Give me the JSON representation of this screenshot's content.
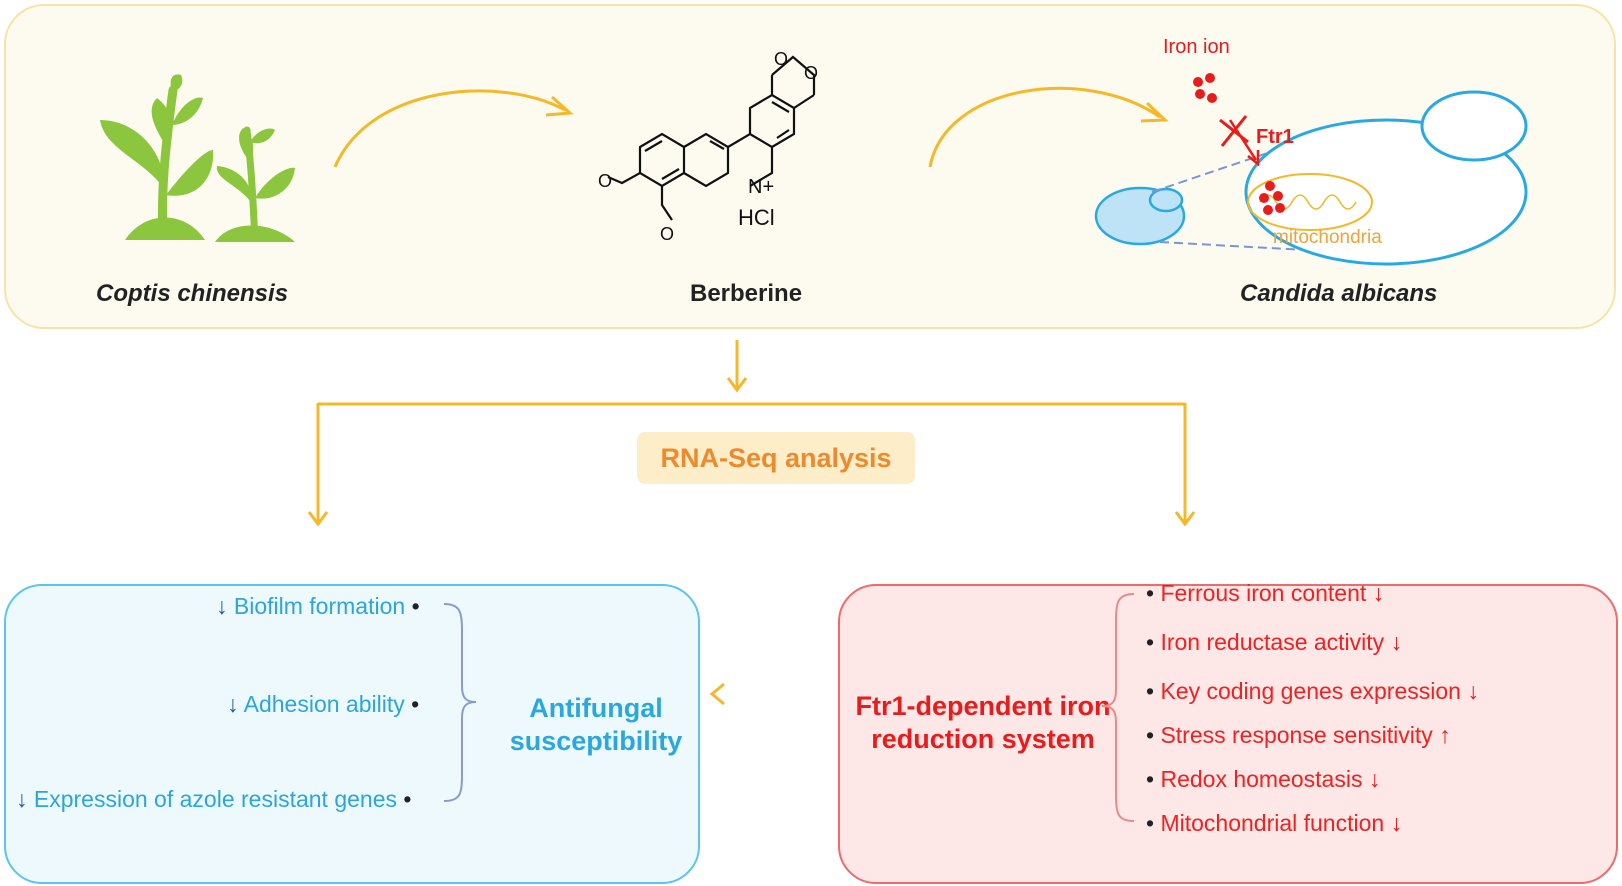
{
  "top": {
    "plant_label": "Coptis chinensis",
    "compound_label": "Berberine",
    "compound_salt": "HCl",
    "compound_charge": "N+",
    "organism_label": "Candida albicans",
    "iron_label": "Iron ion",
    "transporter_label": "Ftr1",
    "organelle_label": "mitochondria"
  },
  "middle": {
    "analysis_label": "RNA-Seq analysis"
  },
  "left": {
    "items": [
      {
        "arrow": "↓",
        "text": "Biofilm formation"
      },
      {
        "arrow": "↓",
        "text": "Adhesion ability"
      },
      {
        "arrow": "↓",
        "text": "Expression of azole resistant genes"
      }
    ],
    "summary_line1": "Antifungal",
    "summary_line2": "susceptibility"
  },
  "right": {
    "summary_line1": "Ftr1-dependent iron",
    "summary_line2": "reduction system",
    "items": [
      {
        "text": "Ferrous iron content",
        "arrow": "↓"
      },
      {
        "text": "Iron reductase activity",
        "arrow": "↓"
      },
      {
        "text": "Key coding genes expression",
        "arrow": "↓"
      },
      {
        "text": "Stress response sensitivity",
        "arrow": "↑"
      },
      {
        "text": "Redox homeostasis",
        "arrow": "↓"
      },
      {
        "text": "Mitochondrial function",
        "arrow": "↓"
      }
    ]
  },
  "colors": {
    "flow_arrow": "#f5b828",
    "top_panel_border": "#f8e3a6",
    "left_panel_border": "#5cc4ee",
    "right_panel_border": "#ef6a6a",
    "plant_green": "#8cc63f",
    "cell_blue": "#28a9e1",
    "iron_red": "#e81c1c"
  }
}
